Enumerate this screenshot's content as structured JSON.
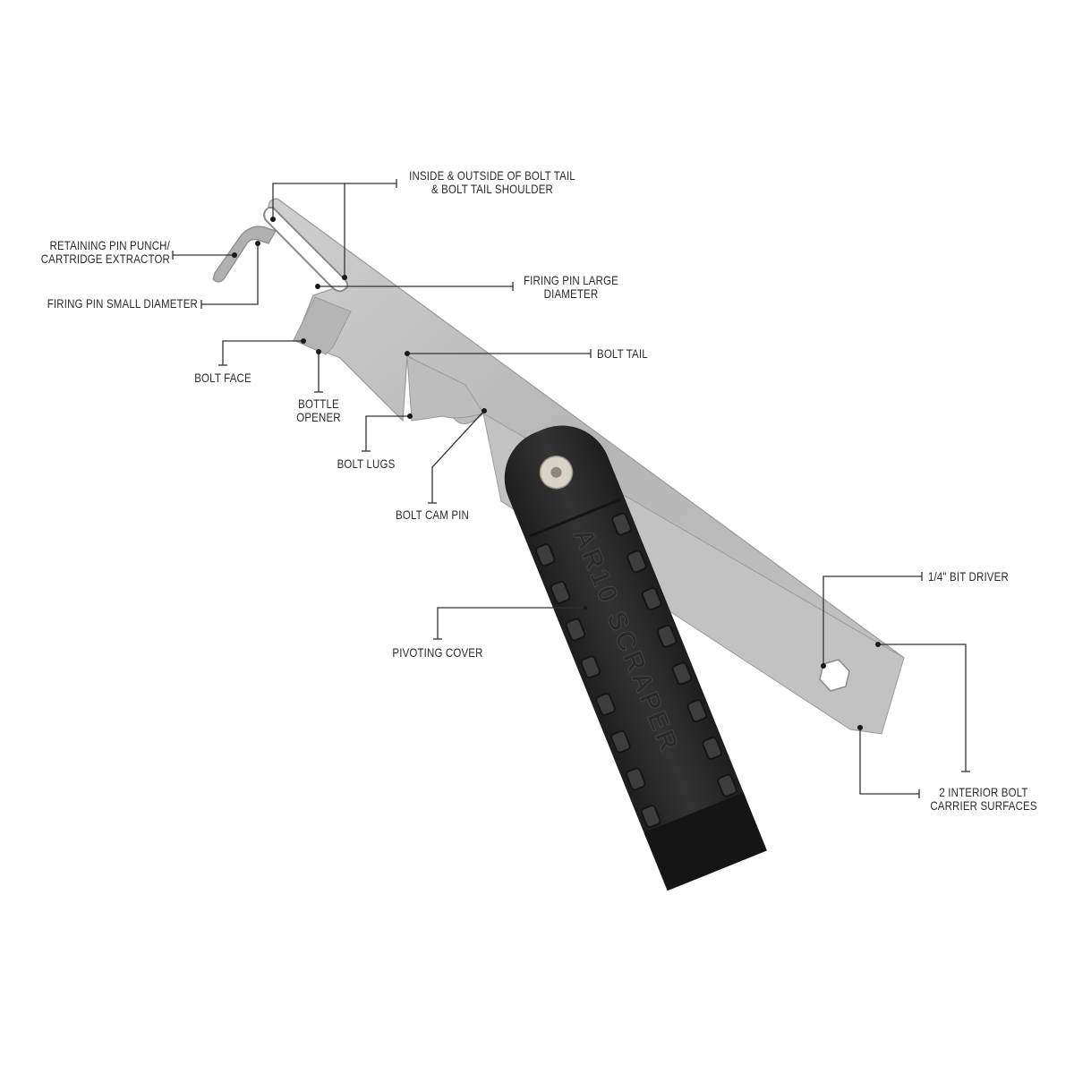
{
  "diagram": {
    "product_brand_text": "AR10 SCRAPER",
    "colors": {
      "background": "#ffffff",
      "steel": "#b9b9b9",
      "steel_dark": "#8e8e8e",
      "cover": "#2f2f2f",
      "cover_dark": "#1c1c1c",
      "leader_line": "#333333",
      "label_text": "#2a2a2a"
    },
    "callouts": [
      {
        "id": "bolt-tail-inside-outside",
        "lines": [
          "INSIDE & OUTSIDE OF BOLT TAIL",
          "& BOLT TAIL SHOULDER"
        ]
      },
      {
        "id": "retaining-pin-punch",
        "lines": [
          "RETAINING PIN PUNCH/",
          "CARTRIDGE EXTRACTOR"
        ]
      },
      {
        "id": "firing-pin-large",
        "lines": [
          "FIRING PIN LARGE",
          "DIAMETER"
        ]
      },
      {
        "id": "firing-pin-small",
        "lines": [
          "FIRING PIN SMALL DIAMETER"
        ]
      },
      {
        "id": "bolt-tail",
        "lines": [
          "BOLT TAIL"
        ]
      },
      {
        "id": "bolt-face",
        "lines": [
          "BOLT FACE"
        ]
      },
      {
        "id": "bottle-opener",
        "lines": [
          "BOTTLE",
          "OPENER"
        ]
      },
      {
        "id": "bolt-lugs",
        "lines": [
          "BOLT LUGS"
        ]
      },
      {
        "id": "bolt-cam-pin",
        "lines": [
          "BOLT CAM PIN"
        ]
      },
      {
        "id": "bit-driver",
        "lines": [
          "1/4\" BIT DRIVER"
        ]
      },
      {
        "id": "pivoting-cover",
        "lines": [
          "PIVOTING COVER"
        ]
      },
      {
        "id": "bolt-carrier-surfaces",
        "lines": [
          "2 INTERIOR BOLT",
          "CARRIER SURFACES"
        ]
      }
    ]
  }
}
